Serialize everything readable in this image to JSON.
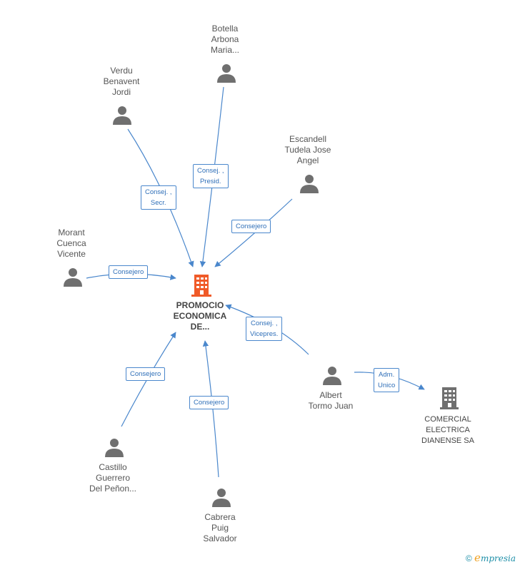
{
  "center": {
    "lines": [
      "PROMOCIO",
      "ECONOMICA",
      "DE..."
    ],
    "color": "#f05a28"
  },
  "people": {
    "botella": [
      "Botella",
      "Arbona",
      "Maria..."
    ],
    "verdu": [
      "Verdu",
      "Benavent",
      "Jordi"
    ],
    "escandell": [
      "Escandell",
      "Tudela Jose",
      "Angel"
    ],
    "morant": [
      "Morant",
      "Cuenca",
      "Vicente"
    ],
    "albert": [
      "Albert",
      "Tormo Juan"
    ],
    "castillo": [
      "Castillo",
      "Guerrero",
      "Del Peñon..."
    ],
    "cabrera": [
      "Cabrera",
      "Puig",
      "Salvador"
    ]
  },
  "company2": {
    "lines": [
      "COMERCIAL",
      "ELECTRICA",
      "DIANENSE SA"
    ]
  },
  "roles": {
    "botella": [
      "Consej. ,",
      "Presid."
    ],
    "verdu": [
      "Consej. ,",
      "Secr."
    ],
    "escandell": [
      "Consejero"
    ],
    "morant": [
      "Consejero"
    ],
    "albert": [
      "Consej. ,",
      "Vicepres."
    ],
    "albert_company": [
      "Adm.",
      "Unico"
    ],
    "castillo": [
      "Consejero"
    ],
    "cabrera": [
      "Consejero"
    ]
  },
  "colors": {
    "edge": "#4a87cc",
    "person": "#6f6f6f",
    "building_gray": "#6f6f6f"
  },
  "footer": {
    "copyright": "©",
    "brand_e": "e",
    "brand_rest": "mpresia"
  }
}
